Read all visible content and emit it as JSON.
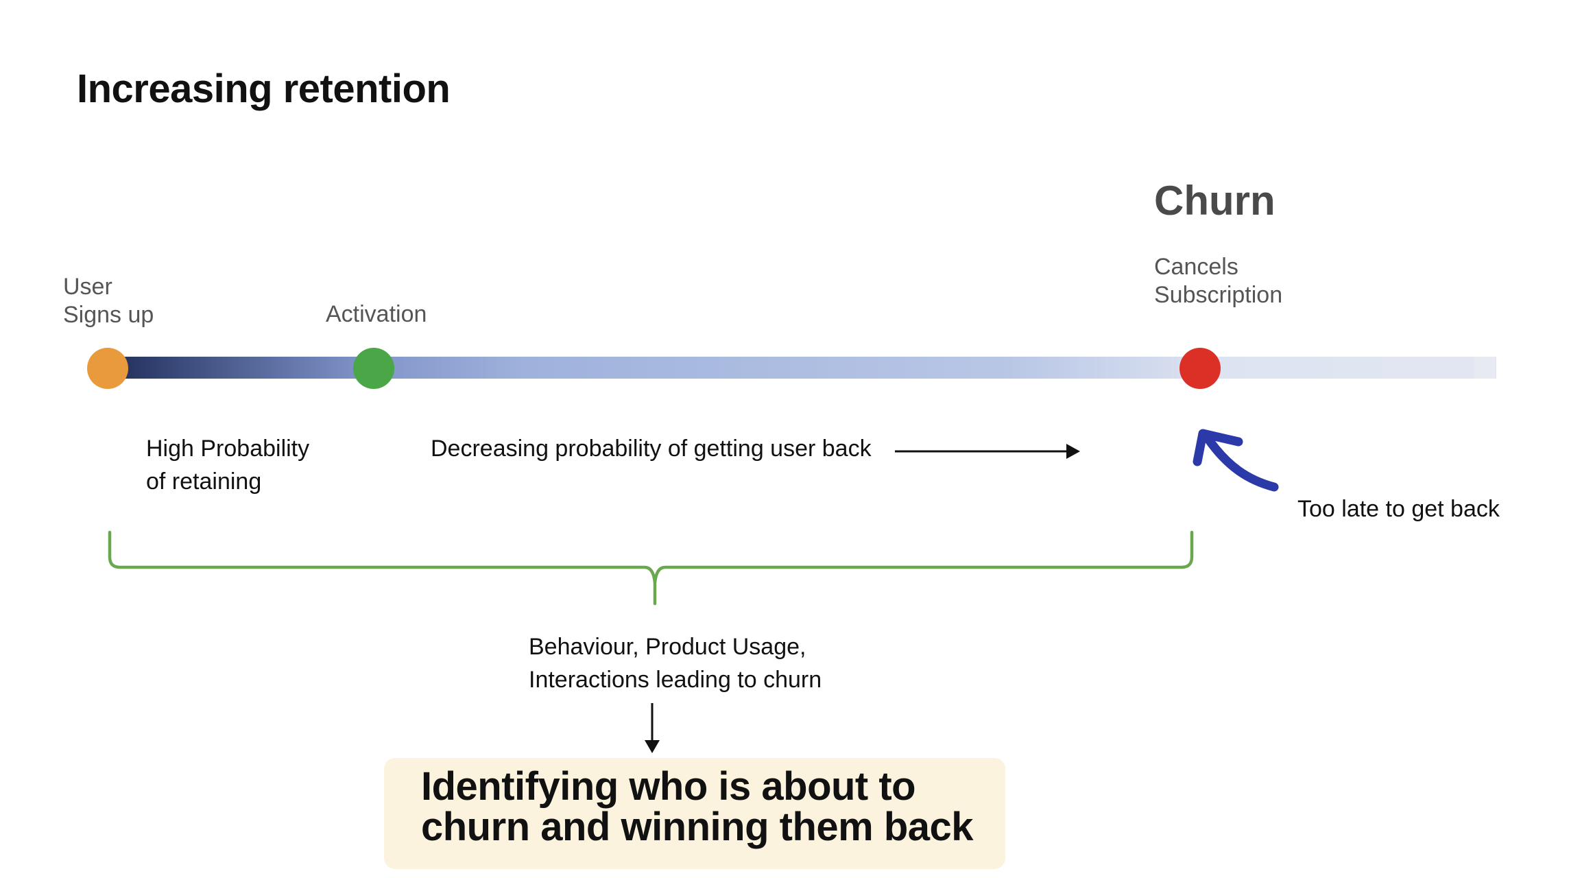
{
  "title": "Increasing retention",
  "churn_heading": "Churn",
  "stages": {
    "signup": {
      "line1": "User",
      "line2": "Signs up",
      "color": "#e89a3c"
    },
    "activation": {
      "label": "Activation",
      "color": "#4aa646"
    },
    "cancel": {
      "line1": "Cancels",
      "line2": "Subscription",
      "color": "#dc3027"
    }
  },
  "notes": {
    "high_probability": {
      "line1": "High Probability",
      "line2": "of retaining"
    },
    "decreasing": "Decreasing probability of getting user back",
    "too_late": "Too late to get back",
    "behaviour": {
      "line1": "Behaviour, Product Usage,",
      "line2": "Interactions leading to churn"
    }
  },
  "callout": {
    "line1": "Identifying who is about to",
    "line2": "churn and winning them back"
  },
  "colors": {
    "timeline_dark": "#1f2d5a",
    "timeline_mid": "#9fb2dc",
    "timeline_light": "#e3e7f3",
    "brace": "#6aa84f",
    "curved_arrow": "#2b3aa8",
    "callout_bg": "#fbf3dd"
  }
}
